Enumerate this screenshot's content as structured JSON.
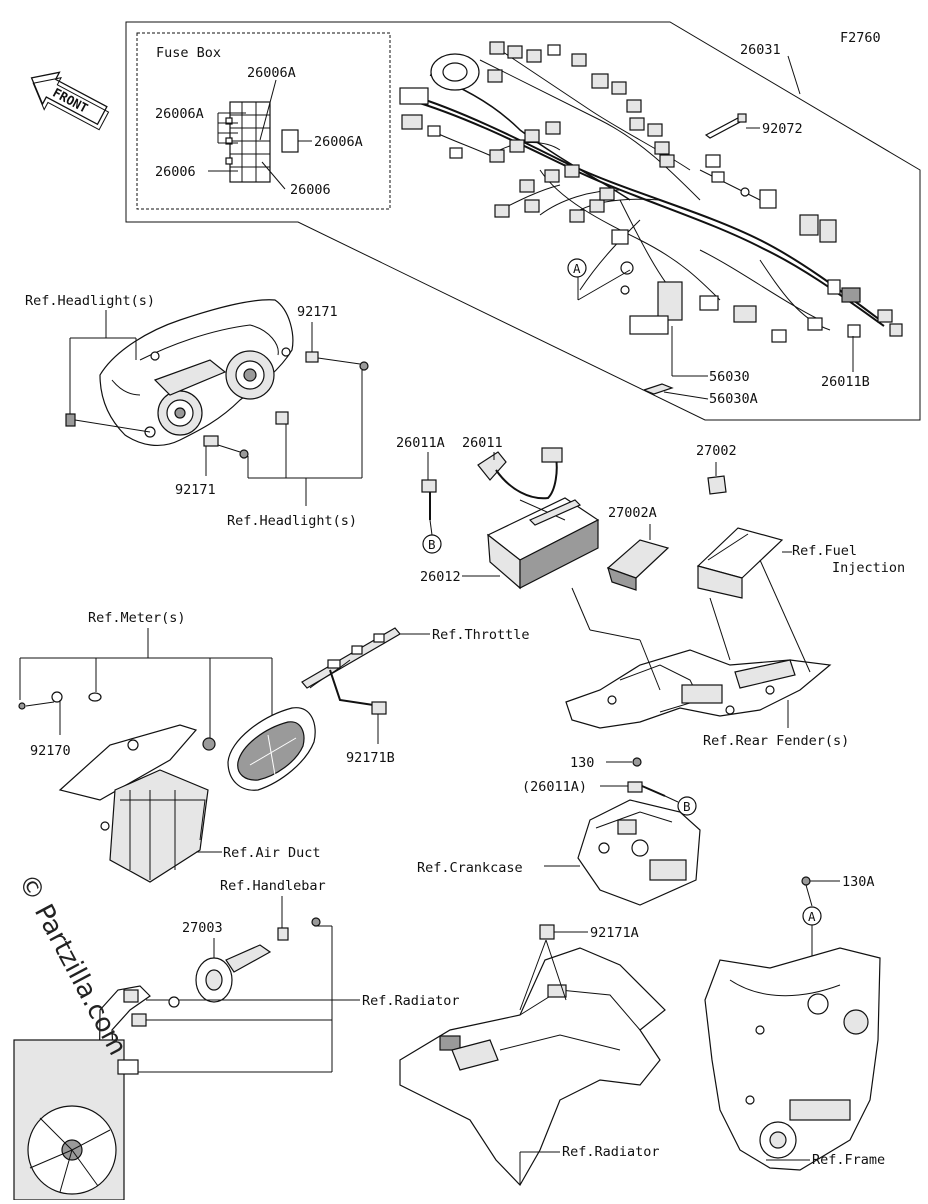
{
  "figure_code": "F2760",
  "fuse_box": {
    "title": "Fuse Box",
    "labels": [
      "26006A",
      "26006A",
      "26006A",
      "26006",
      "26006"
    ]
  },
  "front_arrow": "FRONT",
  "watermark": "© Partzilla.com",
  "callouts": {
    "p26031": "26031",
    "p92072": "92072",
    "p56030": "56030",
    "p56030A": "56030A",
    "p26011B": "26011B",
    "refA_top": "A",
    "ref_headlight_1": "Ref.Headlight(s)",
    "p92171_top": "92171",
    "p92171_bottom": "92171",
    "ref_headlight_2": "Ref.Headlight(s)",
    "p26011A": "26011A",
    "refB_left": "B",
    "p26011": "26011",
    "p27002": "27002",
    "p27002A": "27002A",
    "ref_fuel": "Ref.Fuel",
    "ref_fuel_2": "Injection",
    "p26012": "26012",
    "ref_meter": "Ref.Meter(s)",
    "ref_throttle": "Ref.Throttle",
    "p92170": "92170",
    "p92171B": "92171B",
    "ref_rear_fender": "Ref.Rear Fender(s)",
    "p130": "130",
    "p26011A_paren": "(26011A)",
    "refB_right": "B",
    "ref_air_duct": "Ref.Air Duct",
    "ref_crankcase": "Ref.Crankcase",
    "ref_handlebar": "Ref.Handlebar",
    "p130A": "130A",
    "p27003": "27003",
    "p92171A": "92171A",
    "refA_bottom": "A",
    "ref_radiator_1": "Ref.Radiator",
    "ref_radiator_2": "Ref.Radiator",
    "ref_frame": "Ref.Frame"
  }
}
